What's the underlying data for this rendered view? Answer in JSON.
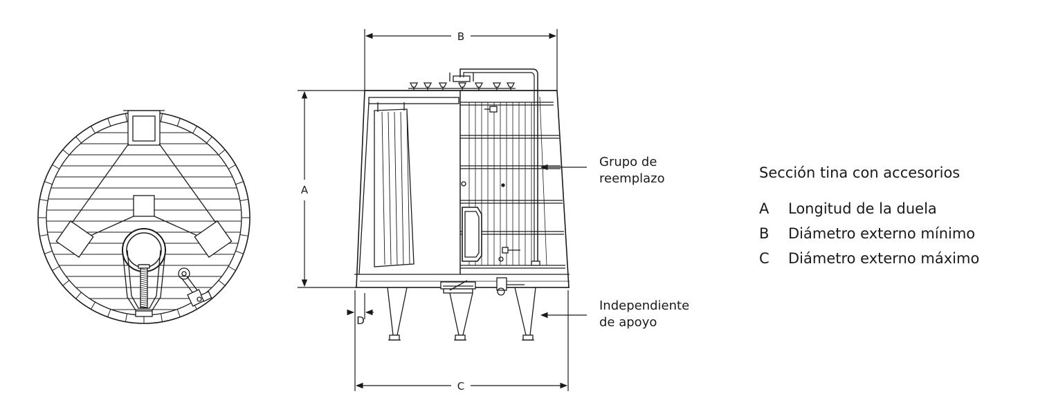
{
  "dimensions": {
    "A": "A",
    "B": "B",
    "C": "C",
    "D": "D"
  },
  "callouts": {
    "replacement_group": [
      "Grupo de",
      "reemplazo"
    ],
    "support": [
      "Independiente",
      "de apoyo"
    ]
  },
  "legend": {
    "title": "Sección tina con accesorios",
    "items": [
      {
        "key": "A",
        "label": "Longitud de la duela"
      },
      {
        "key": "B",
        "label": "Diámetro externo mínimo"
      },
      {
        "key": "C",
        "label": "Diámetro externo máximo"
      }
    ]
  },
  "colors": {
    "line": "#1a1a1a",
    "background": "#ffffff"
  }
}
